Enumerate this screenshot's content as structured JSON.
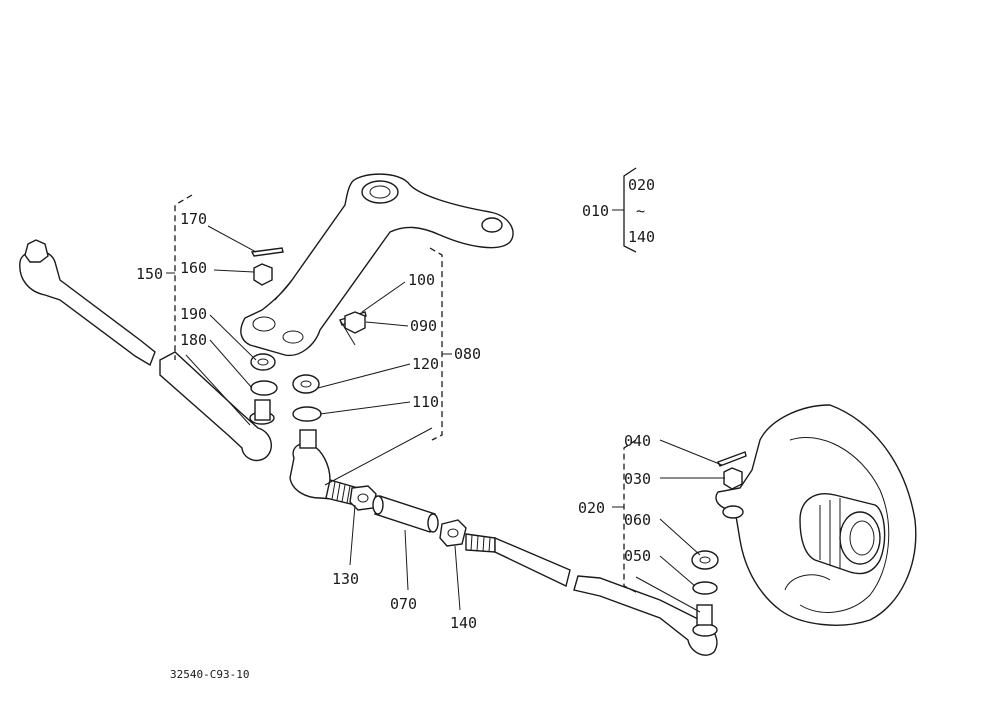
{
  "labels": {
    "p010": "010",
    "p020_top": "020",
    "tilde": "~",
    "p140_top": "140",
    "p170": "170",
    "p160": "160",
    "p150": "150",
    "p190": "190",
    "p180": "180",
    "p100": "100",
    "p090": "090",
    "p120": "120",
    "p080": "080",
    "p110": "110",
    "p040": "040",
    "p030": "030",
    "p020": "020",
    "p060": "060",
    "p050": "050",
    "p130": "130",
    "p070": "070",
    "p140": "140"
  },
  "drawing_code": "32540-C93-10"
}
